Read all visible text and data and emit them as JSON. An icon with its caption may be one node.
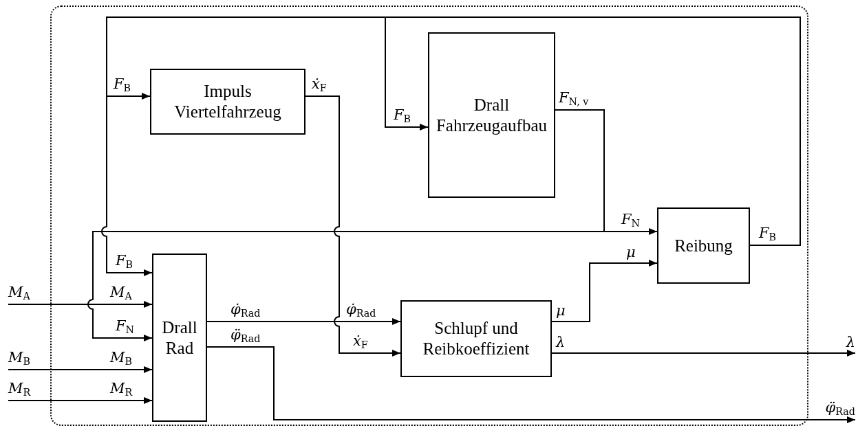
{
  "diagram": {
    "nodes": [
      {
        "text": [],
        "shape": "box"
      },
      {
        "text": [
          "Impuls Viertelfahrzeug"
        ],
        "in": 0
      },
      {
        "text": [
          "Drall Fahrzeugaufbau"
        ],
        "in": 0
      },
      {
        "text": [
          "Reibung"
        ],
        "in": 0
      },
      {
        "text": [
          "Drall Rad"
        ],
        "in": 0
      },
      {
        "text": [
          "Schlupf und Reibkoeffizient"
        ],
        "in": 0
      },
      {
        "text": [
          "M$_{A}$"
        ]
      },
      {
        "text": [
          "M$_{B}$"
        ]
      },
      {
        "text": [
          "M$_{R}$"
        ]
      },
      {
        "text": [
          "λ"
        ]
      },
      {
        "text": [
          "φ̈$_{Rad}$"
        ]
      }
    ],
    "edges": [
      {
        "from": 3,
        "to": 1,
        "arrow": "to",
        "label": "F$_{B}$"
      },
      {
        "from": 3,
        "to": 2,
        "arrow": "to",
        "label": "F$_{B}$"
      },
      {
        "from": 3,
        "to": 4,
        "arrow": "to",
        "label": "F$_{B}$"
      },
      {
        "from": 2,
        "to": 3,
        "arrow": "to",
        "label": "F$_{N}$"
      },
      {
        "from": 2,
        "to": 4,
        "arrow": "to",
        "label": "F$_{N}$"
      },
      {
        "from": 1,
        "to": 5,
        "arrow": "to",
        "label": "ẋ$_{F}$"
      },
      {
        "from": 4,
        "to": 5,
        "arrow": "to",
        "label": "φ̇$_{Rad}$"
      },
      {
        "from": 5,
        "to": 3,
        "arrow": "to",
        "label": "μ"
      },
      {
        "from": 5,
        "to": 9,
        "arrow": "to"
      },
      {
        "from": 4,
        "to": 10,
        "arrow": "to"
      },
      {
        "from": 6,
        "to": 4,
        "arrow": "to",
        "label": "M$_{A}$"
      },
      {
        "from": 7,
        "to": 4,
        "arrow": "to",
        "label": "M$_{B}$"
      },
      {
        "from": 8,
        "to": 4,
        "arrow": "to",
        "label": "M$_{R}$"
      }
    ],
    "labels": [
      "ẋ$_{F}$",
      "F$_{N, v}$",
      "F$_{B}$",
      "φ̇$_{Rad}$",
      "μ",
      "φ̈$_{Rad}$",
      "λ"
    ]
  }
}
